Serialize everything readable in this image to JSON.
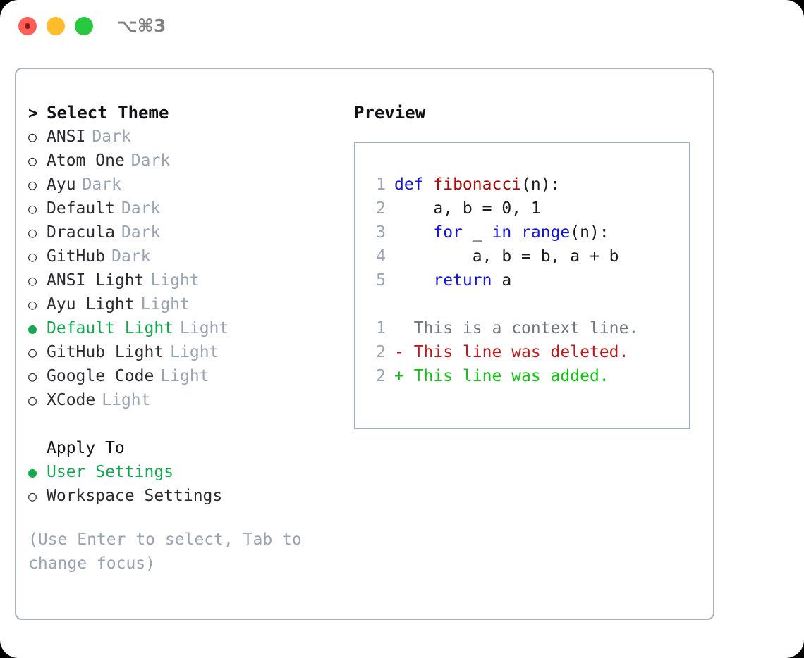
{
  "titlebar": {
    "shortcut": "⌥⌘3",
    "buttons": [
      {
        "name": "close",
        "color": "#ff5f57"
      },
      {
        "name": "minimize",
        "color": "#ffbd2e"
      },
      {
        "name": "maximize",
        "color": "#28c840"
      }
    ]
  },
  "colors": {
    "selected_green": "#12a94f",
    "muted_gray": "#9aa3b4",
    "border": "#a8b0c2",
    "preview_border": "#a3adc2",
    "keyword_blue": "#1414e0",
    "function_red": "#b00808",
    "diff_deleted": "#c01818",
    "diff_added": "#12c412",
    "diff_context": "#6f7681"
  },
  "theme_panel": {
    "header_marker": ">",
    "header_label": "Select Theme",
    "marker_unselected": "○",
    "marker_selected": "●",
    "items": [
      {
        "name": "ANSI",
        "variant": "Dark",
        "selected": false
      },
      {
        "name": "Atom One",
        "variant": "Dark",
        "selected": false
      },
      {
        "name": "Ayu",
        "variant": "Dark",
        "selected": false
      },
      {
        "name": "Default",
        "variant": "Dark",
        "selected": false
      },
      {
        "name": "Dracula",
        "variant": "Dark",
        "selected": false
      },
      {
        "name": "GitHub",
        "variant": "Dark",
        "selected": false
      },
      {
        "name": "ANSI Light",
        "variant": "Light",
        "selected": false
      },
      {
        "name": "Ayu Light",
        "variant": "Light",
        "selected": false
      },
      {
        "name": "Default Light",
        "variant": "Light",
        "selected": true
      },
      {
        "name": "GitHub Light",
        "variant": "Light",
        "selected": false
      },
      {
        "name": "Google Code",
        "variant": "Light",
        "selected": false
      },
      {
        "name": "XCode",
        "variant": "Light",
        "selected": false
      }
    ]
  },
  "apply_to": {
    "label": "Apply To",
    "items": [
      {
        "name": "User Settings",
        "selected": true
      },
      {
        "name": "Workspace Settings",
        "selected": false
      }
    ]
  },
  "hint": "(Use Enter to select, Tab to change focus)",
  "preview": {
    "title": "Preview",
    "code_lines": [
      {
        "no": "1",
        "tokens": [
          {
            "t": "def ",
            "k": "kw"
          },
          {
            "t": "fibonacci",
            "k": "fn"
          },
          {
            "t": "(n):",
            "k": "plain"
          }
        ]
      },
      {
        "no": "2",
        "tokens": [
          {
            "t": "    a, b = 0, 1",
            "k": "plain"
          }
        ]
      },
      {
        "no": "3",
        "tokens": [
          {
            "t": "    ",
            "k": "plain"
          },
          {
            "t": "for",
            "k": "kw"
          },
          {
            "t": " _ ",
            "k": "plain"
          },
          {
            "t": "in",
            "k": "kw"
          },
          {
            "t": " ",
            "k": "plain"
          },
          {
            "t": "range",
            "k": "kw"
          },
          {
            "t": "(n):",
            "k": "plain"
          }
        ]
      },
      {
        "no": "4",
        "tokens": [
          {
            "t": "        a, b = b, a + b",
            "k": "plain"
          }
        ]
      },
      {
        "no": "5",
        "tokens": [
          {
            "t": "    ",
            "k": "plain"
          },
          {
            "t": "return",
            "k": "kw"
          },
          {
            "t": " a",
            "k": "plain"
          }
        ]
      }
    ],
    "diff_lines": [
      {
        "no": "1",
        "sign": " ",
        "text": " This is a context line.",
        "kind": "ctx"
      },
      {
        "no": "2",
        "sign": "-",
        "text": " This line was deleted.",
        "kind": "del"
      },
      {
        "no": "2",
        "sign": "+",
        "text": " This line was added.",
        "kind": "add"
      }
    ]
  }
}
